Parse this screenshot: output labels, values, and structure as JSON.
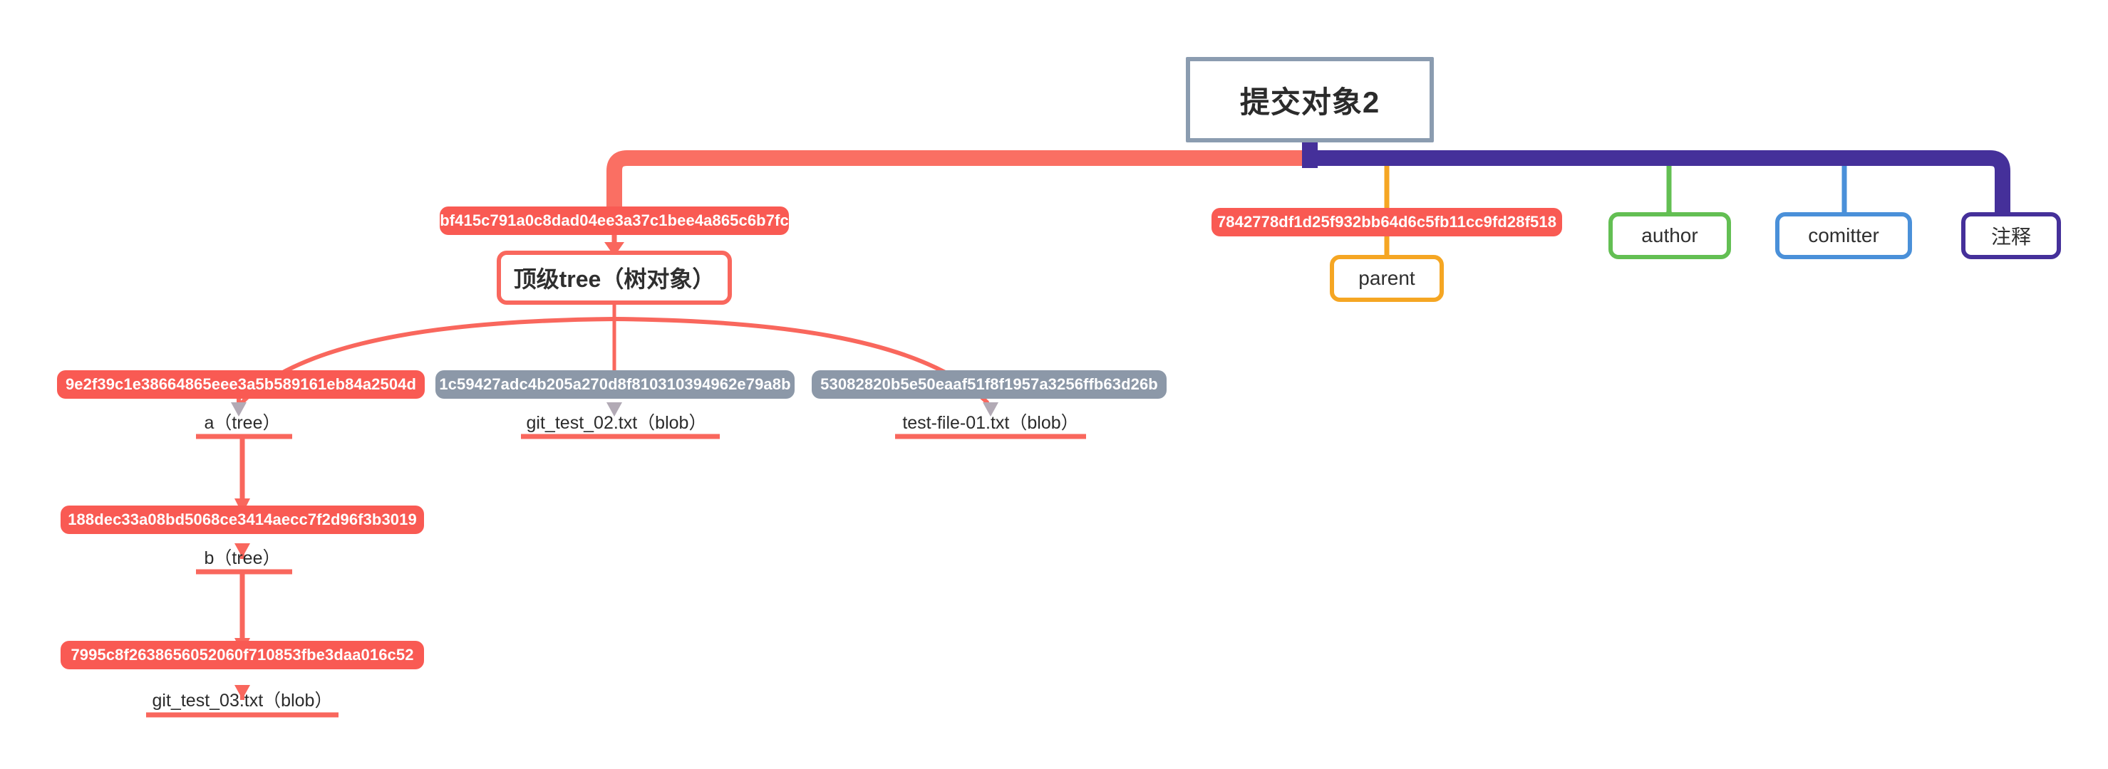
{
  "diagram": {
    "title": "提交对象2",
    "type": "git-commit-object-tree"
  },
  "colors": {
    "commit_border": "#8b9cb0",
    "tree_branch": "#f9675d",
    "hash_red": "#f95a53",
    "hash_gray": "#8c98a8",
    "meta_branch": "#45309a",
    "parent": "#f5a623",
    "author": "#63bf53",
    "comitter": "#4a90d9",
    "note": "#45309a"
  },
  "commit": {
    "label": "提交对象2"
  },
  "tree_side": {
    "root_hash": "bf415c791a0c8dad04ee3a37c1bee4a865c6b7fc",
    "root_label": "顶级tree（树对象）",
    "children": [
      {
        "hash": "9e2f39c1e38664865eee3a5b589161eb84a2504d",
        "hash_color": "red",
        "label": "a（tree）"
      },
      {
        "hash": "1c59427adc4b205a270d8f810310394962e79a8b",
        "hash_color": "gray",
        "label": "git_test_02.txt（blob）"
      },
      {
        "hash": "53082820b5e50eaaf51f8f1957a3256ffb63d26b",
        "hash_color": "gray",
        "label": "test-file-01.txt（blob）"
      }
    ],
    "nested": [
      {
        "hash": "188dec33a08bd5068ce3414aecc7f2d96f3b3019",
        "hash_color": "red",
        "label": "b（tree）"
      },
      {
        "hash": "7995c8f2638656052060f710853fbe3daa016c52",
        "hash_color": "red",
        "label": "git_test_03.txt（blob）"
      }
    ]
  },
  "meta_side": {
    "parent_hash": "7842778df1d25f932bb64d6c5fb11cc9fd28f518",
    "items": [
      {
        "label": "parent"
      },
      {
        "label": "author"
      },
      {
        "label": "comitter"
      },
      {
        "label": "注释"
      }
    ]
  }
}
